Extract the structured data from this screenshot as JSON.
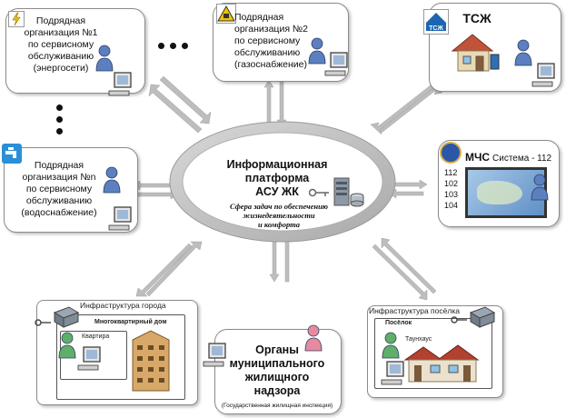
{
  "center": {
    "title_line1": "Информационная",
    "title_line2": "платформа",
    "title_line3": "АСУ ЖК",
    "subtitle_line1": "Сфера задач по обеспечению",
    "subtitle_line2": "жизнедеятельности",
    "subtitle_line3": "и комфорта"
  },
  "org1": {
    "line1": "Подрядная",
    "line2": "организация №1",
    "line3": "по сервисному",
    "line4": "обслуживанию",
    "line5": "(энергосети)"
  },
  "org2": {
    "line1": "Подрядная",
    "line2": "организация №2",
    "line3": "по сервисному",
    "line4": "обслуживанию",
    "line5": "(газоснабжение)"
  },
  "orgn": {
    "line1": "Подрядная",
    "line2": "организация №n",
    "line3": "по сервисному",
    "line4": "обслуживанию",
    "line5": "(водоснабжение)"
  },
  "tszh": {
    "title": "ТСЖ",
    "logo_text": "ТСЖ"
  },
  "mchs": {
    "title": "МЧС",
    "system": "Система - 112",
    "numbers": [
      "112",
      "102",
      "103",
      "104"
    ]
  },
  "city": {
    "infra": "Инфраструктура города",
    "building": "Многоквартирный дом",
    "apartment": "Квартира"
  },
  "village": {
    "infra": "Инфраструктура посёлка",
    "village": "Посёлок",
    "townhouse": "Таунхаус"
  },
  "gov": {
    "line1": "Органы",
    "line2": "муниципального",
    "line3": "жилищного",
    "line4": "надзора",
    "note": "(Государственная жилищная инспекция)"
  },
  "colors": {
    "ring": "#c9c9c9",
    "arrow": "#b8b8b8",
    "person_blue": "#5b7fc0",
    "person_green": "#5fae6a",
    "person_pink": "#e58aa0"
  }
}
